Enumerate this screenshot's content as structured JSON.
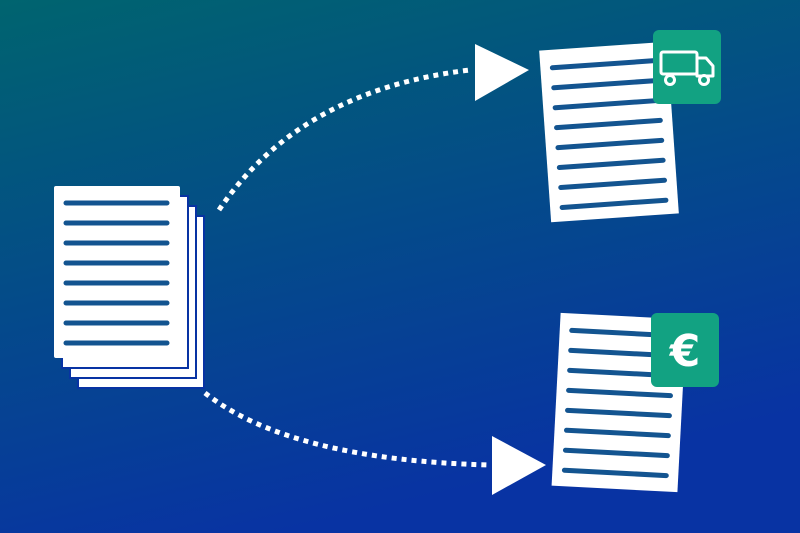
{
  "colors": {
    "background_top": "#00646F",
    "background_bottom": "#0833A3",
    "paper": "#FFFFFF",
    "text_line": "#135490",
    "badge": "#12A282",
    "badge_icon": "#FFFFFF",
    "connector": "#FFFFFF"
  },
  "source_stack": {
    "sheet_count": 4,
    "line_count": 8
  },
  "targets": [
    {
      "name": "delivery-document",
      "line_count": 8,
      "badge_icon": "truck-icon"
    },
    {
      "name": "invoice-document",
      "line_count": 8,
      "badge_icon": "euro-icon",
      "badge_symbol": "€"
    }
  ],
  "connectors": [
    {
      "from": "source-stack",
      "to": "delivery-document",
      "style": "dotted",
      "arrow": "triangle"
    },
    {
      "from": "source-stack",
      "to": "invoice-document",
      "style": "dotted",
      "arrow": "triangle"
    }
  ]
}
